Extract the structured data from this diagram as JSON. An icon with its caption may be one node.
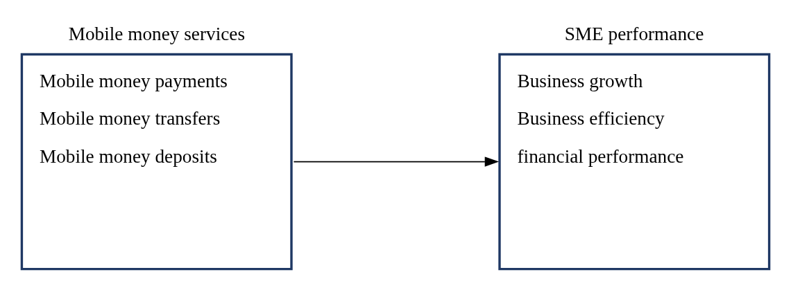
{
  "diagram": {
    "nodes": [
      {
        "text": [
          "Mobile money services",
          "Mobile money payments",
          "Mobile money transfers",
          "Mobile money deposits"
        ]
      },
      {
        "text": [
          "SME performance",
          "Business growth",
          "Business efficiency",
          "financial performance"
        ]
      }
    ],
    "edges": [
      {
        "from": 0,
        "to": 1,
        "arrow": "to"
      }
    ]
  }
}
